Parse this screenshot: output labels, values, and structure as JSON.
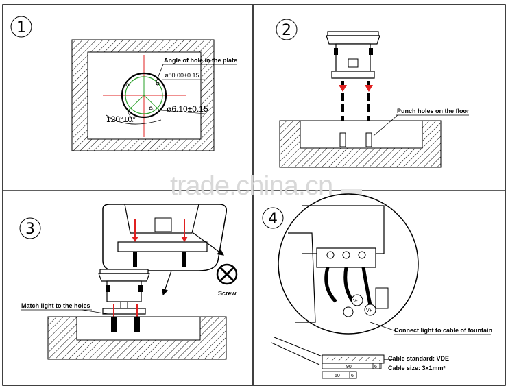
{
  "watermark": "trade.china.cn",
  "steps": [
    {
      "number": "1"
    },
    {
      "number": "2"
    },
    {
      "number": "3"
    },
    {
      "number": "4"
    }
  ],
  "panel1": {
    "angle_label": "Angle of hole in the plate",
    "dia_large": "ø80.00±0.15",
    "dia_small": "ø6.10±0.15",
    "angle_value": "120°±0°"
  },
  "panel2": {
    "punch_label": "Punch holes on the floor"
  },
  "panel3": {
    "screw_label": "Screw",
    "match_label": "Match light to the holes"
  },
  "panel4": {
    "connect_label": "Connect light to cable of fountain",
    "v_minus": "V-",
    "v_plus": "V+",
    "cable_standard": "Cable standard: VDE",
    "cable_size": "Cable size: 3x1mm²",
    "dim_90": "90",
    "dim_6a": "6",
    "dim_50": "50",
    "dim_6b": "6"
  },
  "colors": {
    "arrow_red": "#e02020",
    "guide_red": "#e02020",
    "guide_green": "#2aa02a",
    "line": "#000000"
  }
}
